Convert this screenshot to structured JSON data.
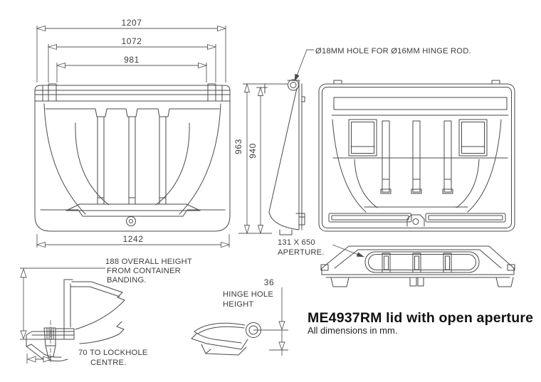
{
  "title_block": {
    "title": "ME4937RM lid with open aperture",
    "subtitle": "All dimensions in mm."
  },
  "notes": {
    "hinge_rod": "Ø18MM HOLE FOR Ø16MM HINGE ROD.",
    "aperture_line1": "131 X 650",
    "aperture_line2": "APERTURE.",
    "overall_height_line1": "188 OVERALL HEIGHT",
    "overall_height_line2": "FROM CONTAINER",
    "overall_height_line3": "BANDING.",
    "lockhole_line1": "70 TO LOCKHOLE",
    "lockhole_line2": "CENTRE.",
    "hinge_hole_line1": "HINGE HOLE",
    "hinge_hole_line2": "HEIGHT"
  },
  "dimensions": {
    "rear_width_outer": "1207",
    "rear_width_mid": "1072",
    "rear_width_inner": "981",
    "rear_width_bottom": "1242",
    "side_height_outer": "963",
    "side_height_inner": "940",
    "hinge_hole_height": "36"
  },
  "colors": {
    "background": "#ffffff",
    "drawing_line": "#4a4a4a",
    "dimension_line": "#5a5a5a",
    "annotation_text": "#3c3c3c",
    "title_text": "#111111"
  }
}
